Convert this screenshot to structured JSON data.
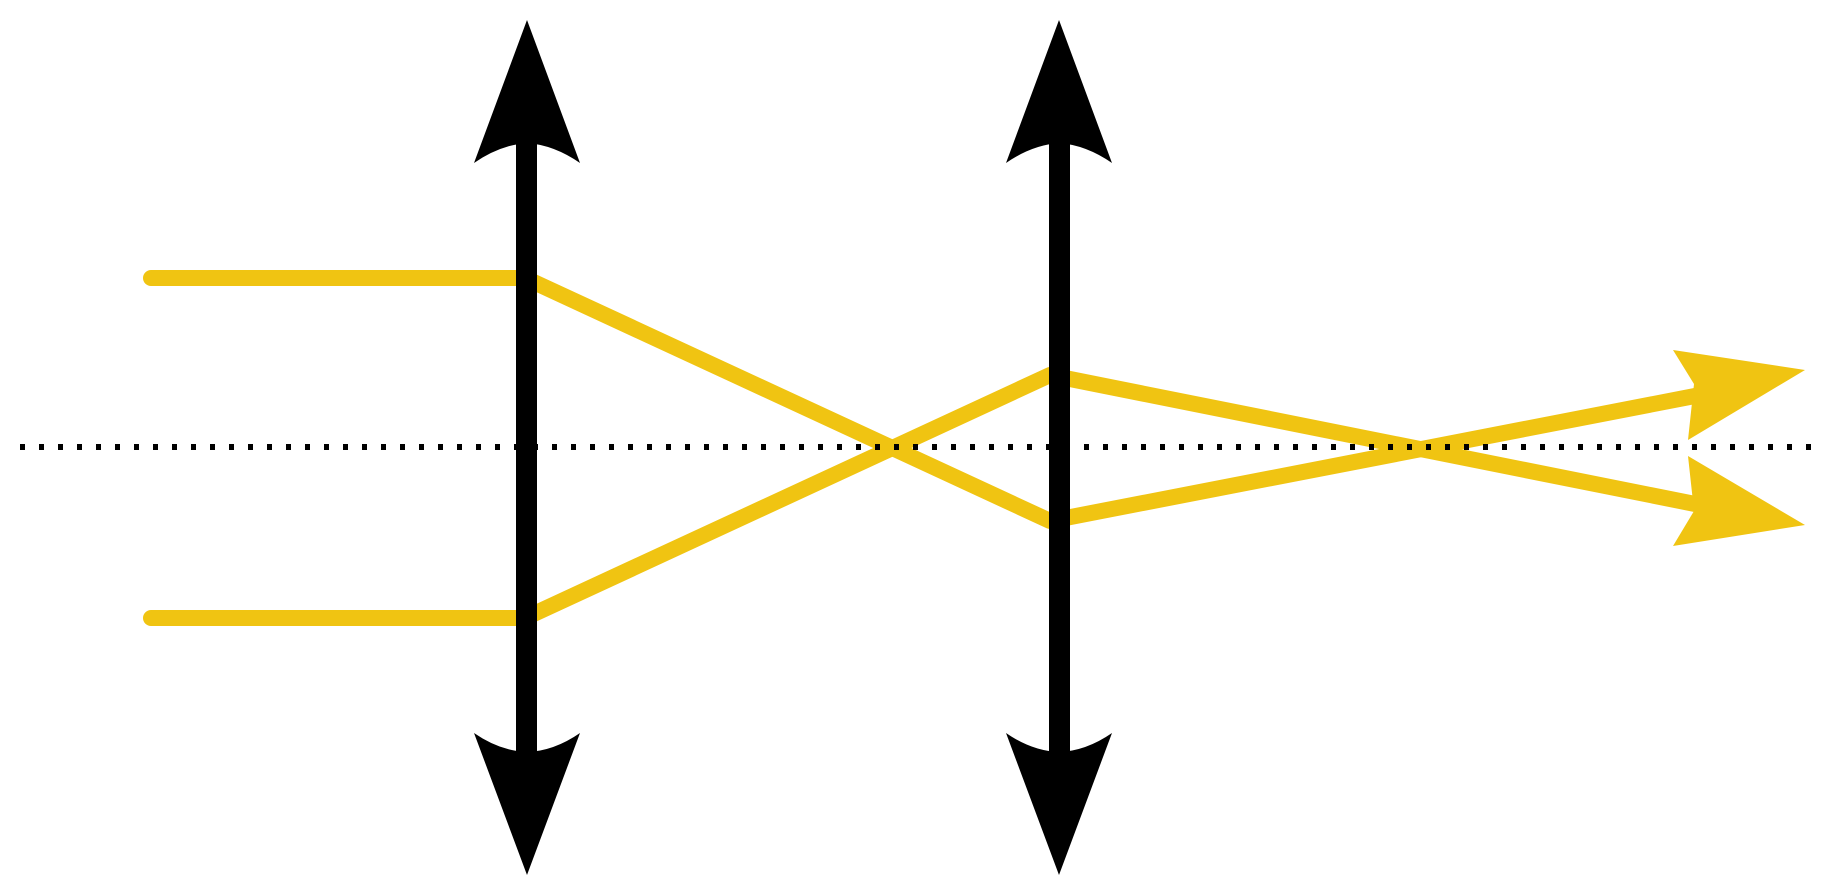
{
  "diagram": {
    "description_visible_text": "",
    "colors": {
      "background": "#ffffff",
      "lens": "#000000",
      "ray": "#f0c412",
      "optical_axis": "#000000"
    },
    "elements": {
      "optical_axis": {
        "style": "dotted"
      },
      "lenses": [
        {
          "type": "converging-lens",
          "arrowheads": "both-ends"
        },
        {
          "type": "converging-lens",
          "arrowheads": "both-ends"
        }
      ],
      "rays": [
        {
          "type": "incident-parallel-ray",
          "end_marker": "dot-start",
          "arrowhead": "right"
        },
        {
          "type": "incident-parallel-ray",
          "end_marker": "dot-start",
          "arrowhead": "right"
        }
      ]
    }
  }
}
